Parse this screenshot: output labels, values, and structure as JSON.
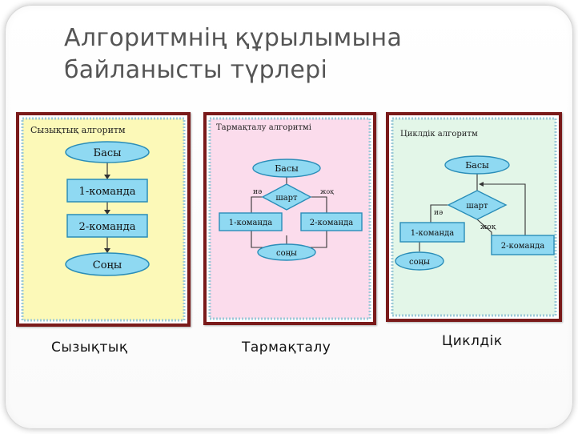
{
  "slide": {
    "title_line1": "Алгоритмнің құрылымына",
    "title_line2": "байланысты түрлері"
  },
  "linear": {
    "heading": "Сызықтық алгоритм",
    "start": "Басы",
    "cmd1": "1-команда",
    "cmd2": "2-команда",
    "end": "Соңы",
    "caption": "Сызықтық",
    "bg": "#fcf9b8"
  },
  "branch": {
    "heading": "Тармақталу алгоритмі",
    "start": "Басы",
    "cond": "шарт",
    "yes": "иә",
    "no": "жоқ",
    "cmd1": "1-команда",
    "cmd2": "2-команда",
    "end": "соңы",
    "caption": "Тармақталу",
    "bg": "#fbdcec"
  },
  "loop": {
    "heading": "Циклдік алгоритм",
    "start": "Басы",
    "cond": "шарт",
    "yes": "иә",
    "no": "жоқ",
    "cmd1": "1-команда",
    "cmd2": "2-команда",
    "end": "соңы",
    "caption": "Циклдік",
    "bg": "#e3f6e8"
  },
  "colors": {
    "frame": "#7a1a1a",
    "shape_fill": "#8fd9f2",
    "shape_stroke": "#2a8db8",
    "line": "#3a3a3a"
  }
}
